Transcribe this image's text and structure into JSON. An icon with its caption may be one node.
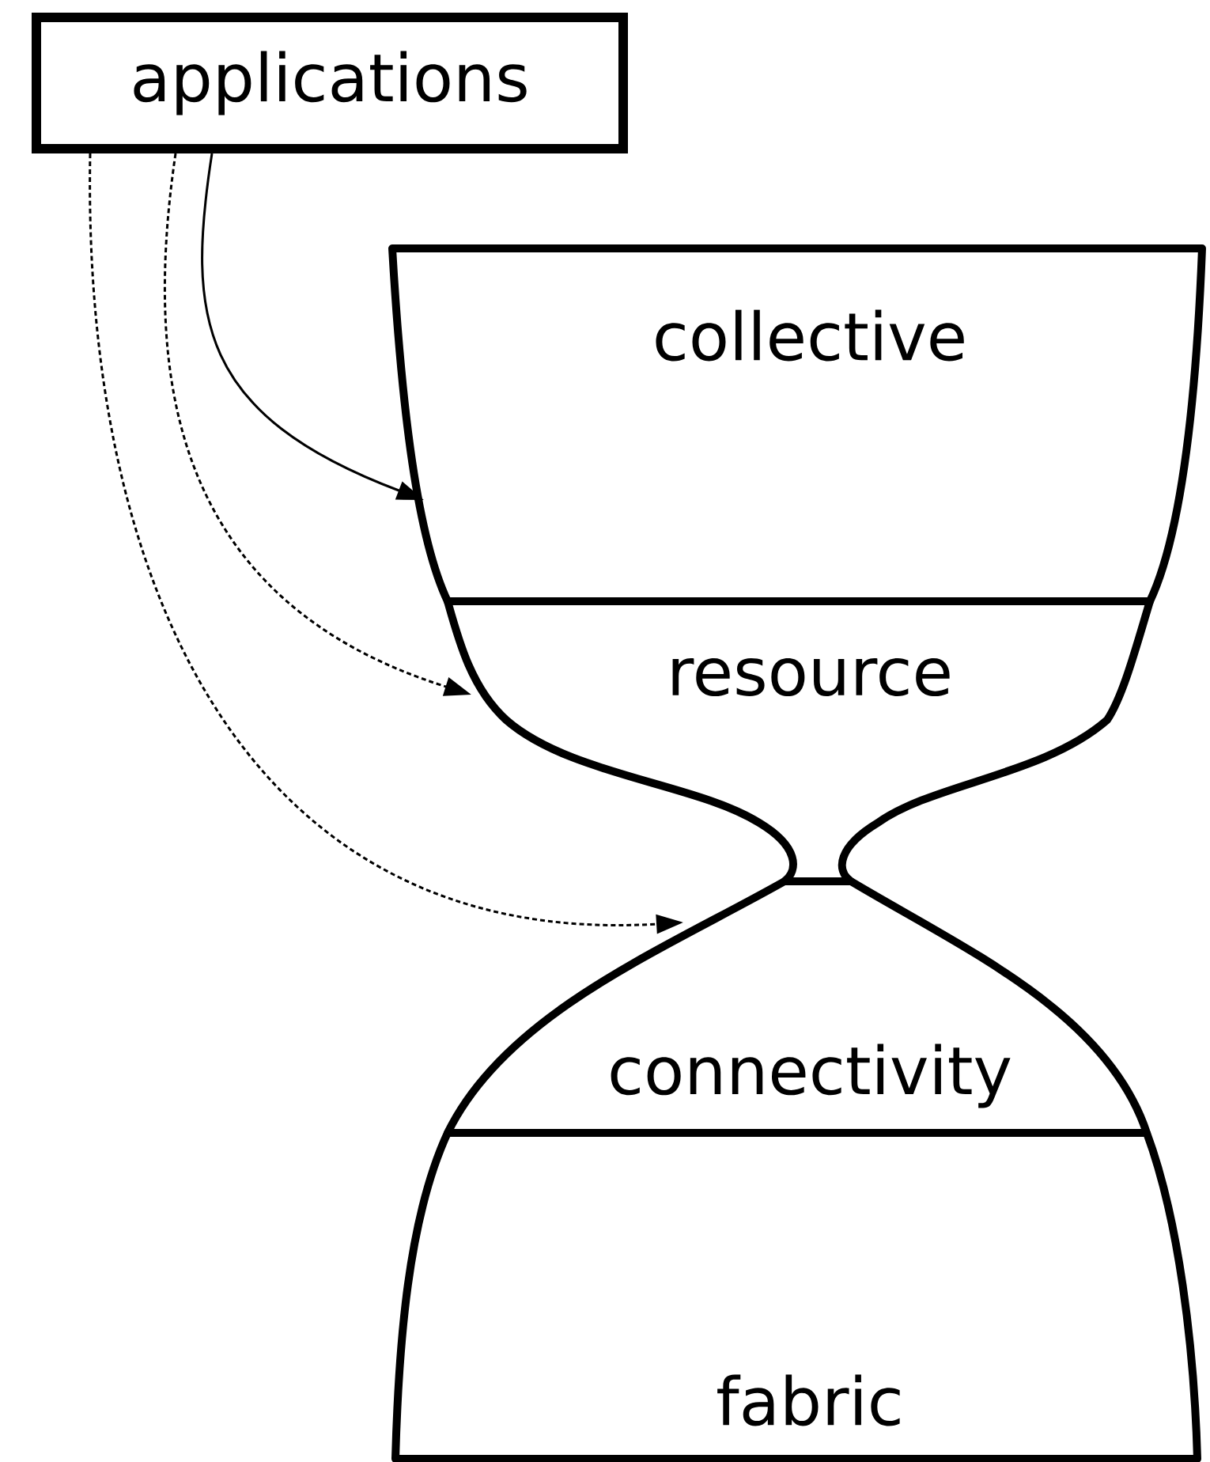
{
  "diagram": {
    "nodes": [
      {
        "text": [
          "applications"
        ]
      },
      {
        "text": [
          "collective"
        ]
      },
      {
        "text": [
          "resource"
        ]
      },
      {
        "text": [
          "connectivity"
        ]
      },
      {
        "text": [
          "fabric"
        ]
      }
    ],
    "edges": [
      {
        "from": 0,
        "to": 1,
        "arrow": "to"
      },
      {
        "from": 0,
        "to": 2,
        "arrow": "to",
        "style": "dashed"
      },
      {
        "from": 0,
        "to": 3,
        "arrow": "to",
        "style": "dashed"
      }
    ]
  }
}
